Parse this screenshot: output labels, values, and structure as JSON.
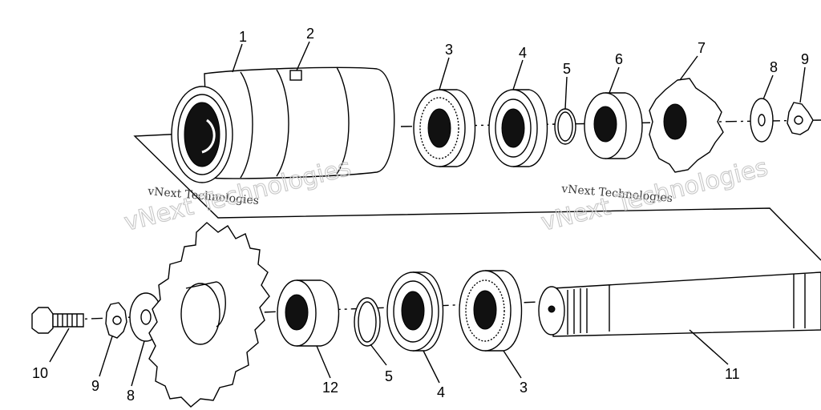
{
  "callouts": [
    {
      "id": "c1",
      "text": "1"
    },
    {
      "id": "c2",
      "text": "2"
    },
    {
      "id": "c3a",
      "text": "3"
    },
    {
      "id": "c4a",
      "text": "4"
    },
    {
      "id": "c5a",
      "text": "5"
    },
    {
      "id": "c6",
      "text": "6"
    },
    {
      "id": "c7",
      "text": "7"
    },
    {
      "id": "c8a",
      "text": "8"
    },
    {
      "id": "c9a",
      "text": "9"
    },
    {
      "id": "c10",
      "text": "10"
    },
    {
      "id": "c9b",
      "text": "9"
    },
    {
      "id": "c8b",
      "text": "8"
    },
    {
      "id": "c12",
      "text": "12"
    },
    {
      "id": "c5b",
      "text": "5"
    },
    {
      "id": "c4b",
      "text": "4"
    },
    {
      "id": "c3b",
      "text": "3"
    },
    {
      "id": "c11",
      "text": "11"
    }
  ],
  "watermarks": {
    "small_1": "vNext Technologies",
    "big_1": "vNext Technologies",
    "small_2": "vNext Technologies",
    "big_2": "vNext Technologies"
  },
  "colors": {
    "line": "#000000",
    "background": "#ffffff",
    "watermark": "#c8c8c8"
  }
}
